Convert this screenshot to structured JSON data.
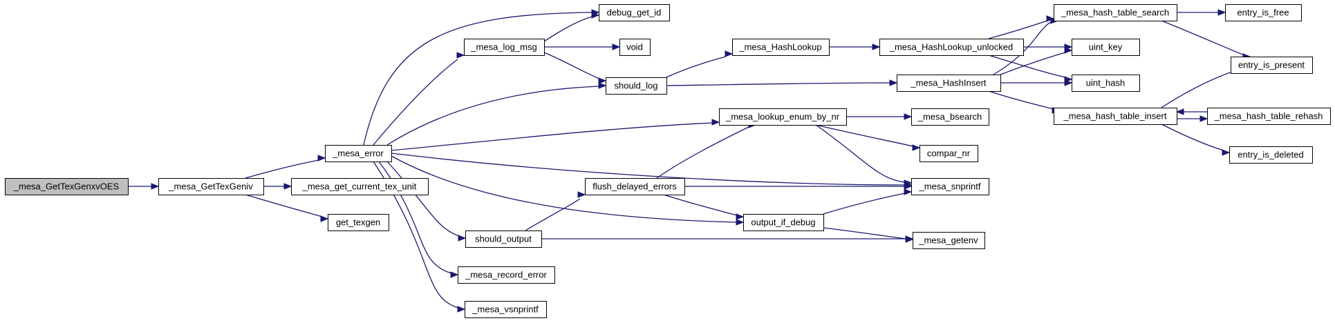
{
  "graph": {
    "edge_color": "#191970",
    "root_fill": "#bfbfbf",
    "nodes": [
      {
        "id": "root",
        "label": "_mesa_GetTexGenxvOES"
      },
      {
        "id": "gettexgeniv",
        "label": "_mesa_GetTexGeniv"
      },
      {
        "id": "error",
        "label": "_mesa_error"
      },
      {
        "id": "curtexunit",
        "label": "_mesa_get_current_tex_unit"
      },
      {
        "id": "gettexgen",
        "label": "get_texgen"
      },
      {
        "id": "debuggetid",
        "label": "debug_get_id"
      },
      {
        "id": "logmsg",
        "label": "_mesa_log_msg"
      },
      {
        "id": "void",
        "label": "void"
      },
      {
        "id": "shouldlog",
        "label": "should_log"
      },
      {
        "id": "hashlookup",
        "label": "_mesa_HashLookup"
      },
      {
        "id": "hashlookupunlocked",
        "label": "_mesa_HashLookup_unlocked"
      },
      {
        "id": "hashinsert",
        "label": "_mesa_HashInsert"
      },
      {
        "id": "hashtablesearch",
        "label": "_mesa_hash_table_search"
      },
      {
        "id": "uintkey",
        "label": "uint_key"
      },
      {
        "id": "uinthash",
        "label": "uint_hash"
      },
      {
        "id": "entryisfree",
        "label": "entry_is_free"
      },
      {
        "id": "entryispresent",
        "label": "entry_is_present"
      },
      {
        "id": "hashtableinsert",
        "label": "_mesa_hash_table_insert"
      },
      {
        "id": "hashtablerehash",
        "label": "_mesa_hash_table_rehash"
      },
      {
        "id": "entryisdeleted",
        "label": "entry_is_deleted"
      },
      {
        "id": "lookupenum",
        "label": "_mesa_lookup_enum_by_nr"
      },
      {
        "id": "bsearch",
        "label": "_mesa_bsearch"
      },
      {
        "id": "comparnr",
        "label": "compar_nr"
      },
      {
        "id": "snprintf",
        "label": "_mesa_snprintf"
      },
      {
        "id": "flushdelayed",
        "label": "flush_delayed_errors"
      },
      {
        "id": "outputifdebug",
        "label": "output_if_debug"
      },
      {
        "id": "shouldoutput",
        "label": "should_output"
      },
      {
        "id": "getenv",
        "label": "_mesa_getenv"
      },
      {
        "id": "recorderror",
        "label": "_mesa_record_error"
      },
      {
        "id": "vsnprintf",
        "label": "_mesa_vsnprintf"
      }
    ]
  }
}
